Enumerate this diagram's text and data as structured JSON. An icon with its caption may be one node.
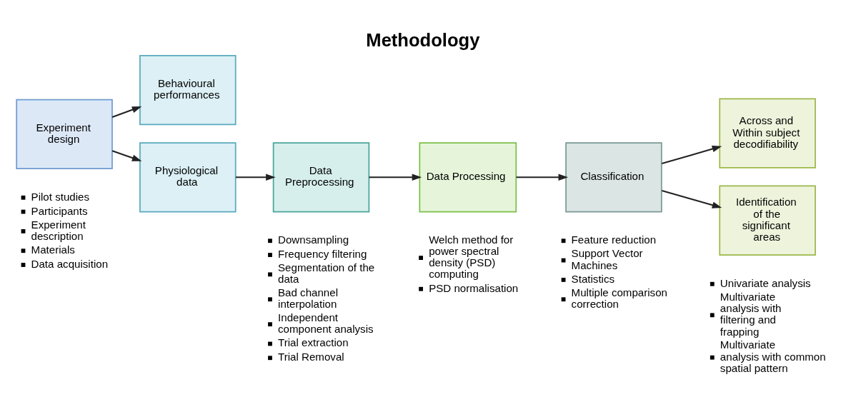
{
  "diagram": {
    "title": "Methodology",
    "nodes": [
      {
        "text": [
          "Experiment design"
        ],
        "beside": [
          "Pilot studies",
          "Participants",
          "Experiment description",
          "Materials",
          "Data acquisition"
        ]
      },
      {
        "text": [
          "Behavioural performances"
        ]
      },
      {
        "text": [
          "Physiological data"
        ]
      },
      {
        "text": [
          "Data Preprocessing"
        ],
        "beside": [
          "Downsampling",
          "Frequency filtering",
          "Segmentation of the data",
          "Bad channel interpolation",
          "Independent component analysis",
          "Trial extraction",
          "Trial Removal"
        ]
      },
      {
        "text": [
          "Data Processing"
        ],
        "beside": [
          "Welch method for power spectral density (PSD) computing",
          "PSD normalisation"
        ]
      },
      {
        "text": [
          "Classification"
        ],
        "beside": [
          "Feature reduction",
          "Support Vector Machines",
          "Statistics",
          "Multiple comparison correction"
        ]
      },
      {
        "text": [
          "Across and Within subject decodifiability"
        ]
      },
      {
        "text": [
          "Identification of the significant areas"
        ],
        "beside": [
          "Univariate analysis",
          "Multivariate analysis with filtering and frapping",
          "Multivariate analysis with common spatial pattern"
        ]
      }
    ],
    "edges": [
      {
        "from": 0,
        "to": 1,
        "arrow": "to"
      },
      {
        "from": 0,
        "to": 2,
        "arrow": "to"
      },
      {
        "from": 2,
        "to": 3,
        "arrow": "to"
      },
      {
        "from": 3,
        "to": 4,
        "arrow": "to"
      },
      {
        "from": 4,
        "to": 5,
        "arrow": "to"
      },
      {
        "from": 5,
        "to": 6,
        "arrow": "to"
      },
      {
        "from": 5,
        "to": 7,
        "arrow": "to"
      }
    ]
  }
}
